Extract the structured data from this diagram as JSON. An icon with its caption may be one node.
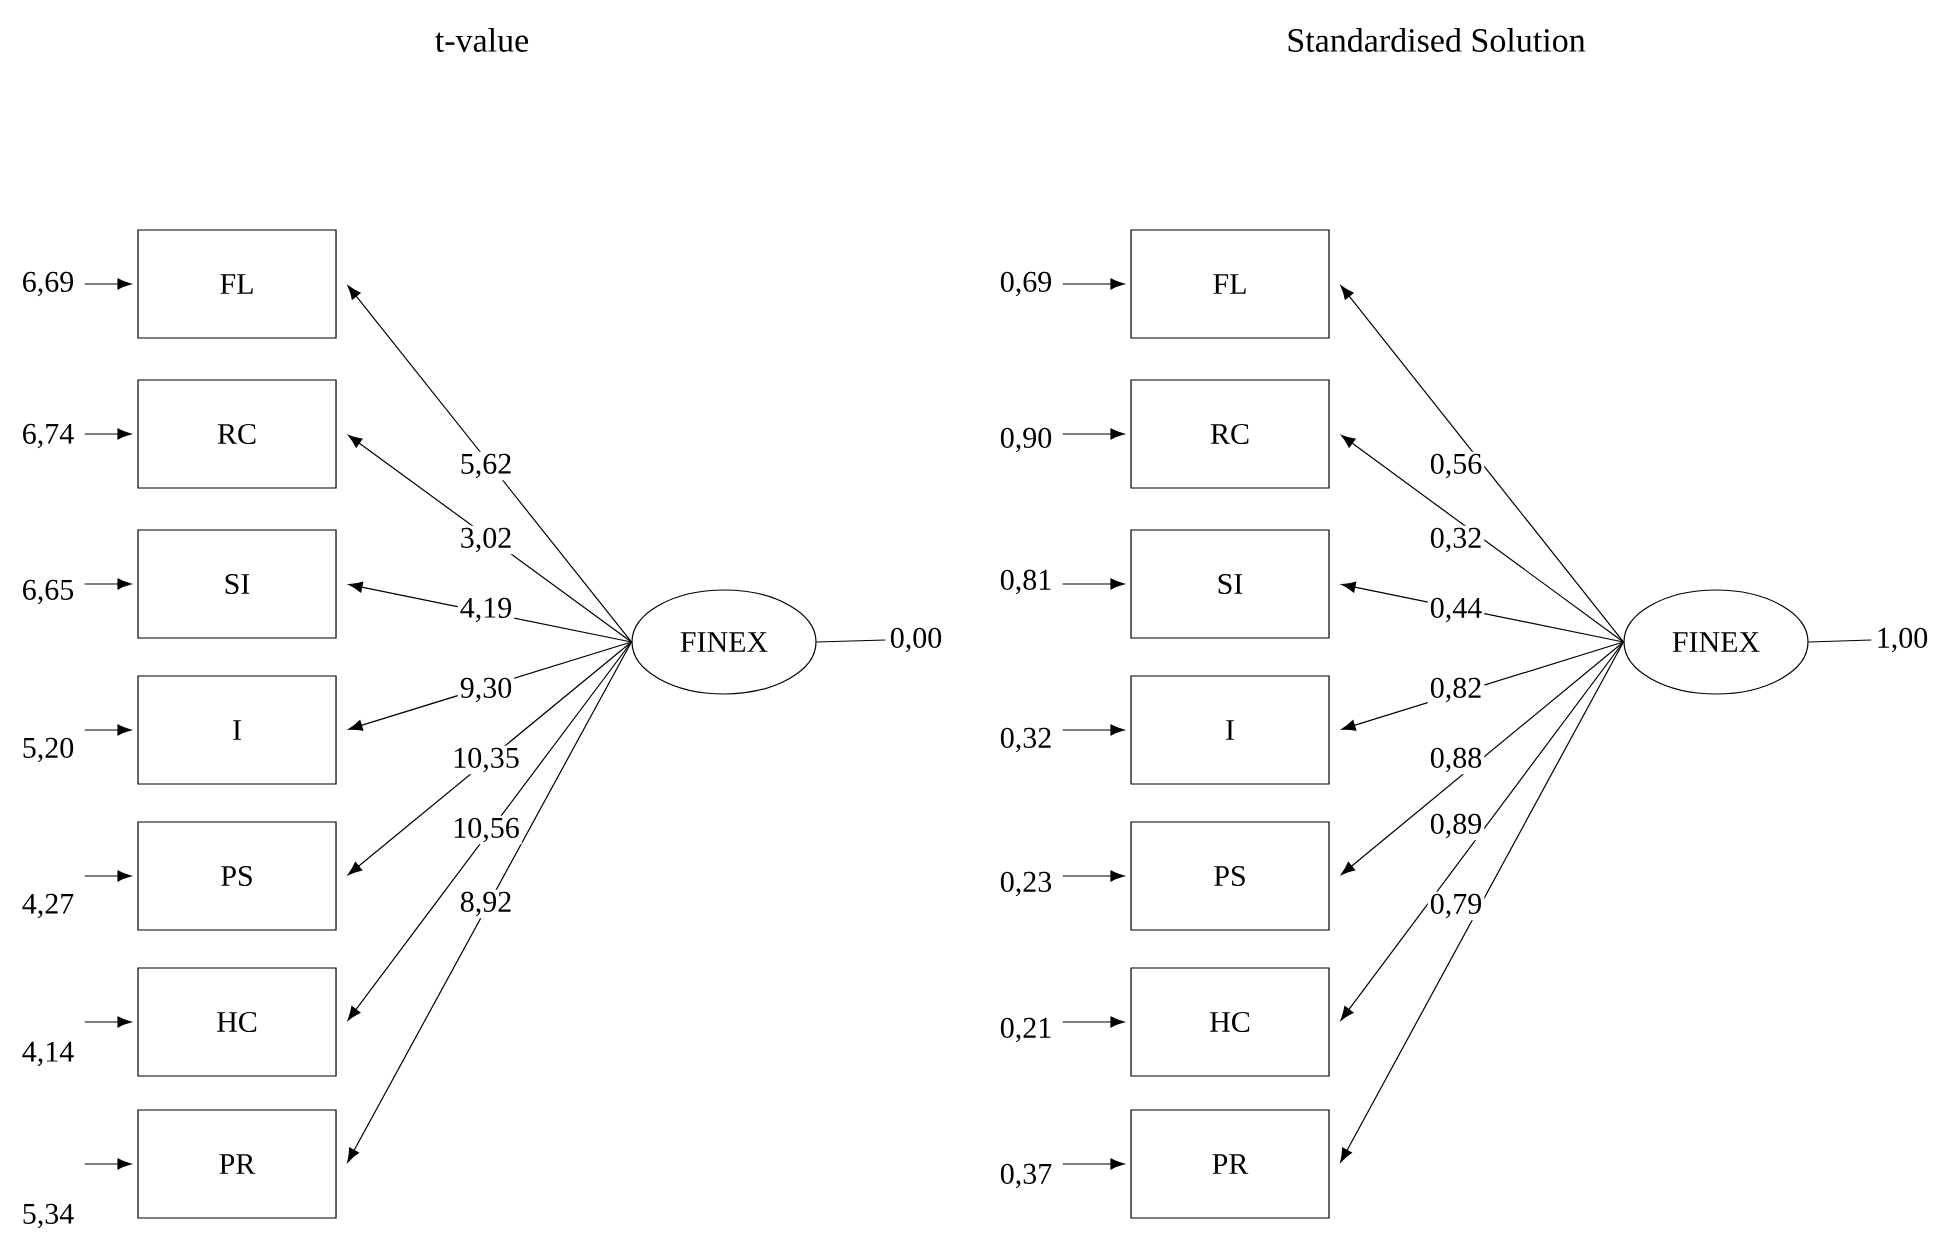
{
  "diagram": {
    "nodes": [
      {
        "text": [
          "FL"
        ]
      },
      {
        "text": [
          "RC"
        ]
      },
      {
        "text": [
          "SI"
        ]
      },
      {
        "text": [
          "I"
        ]
      },
      {
        "text": [
          "PS"
        ]
      },
      {
        "text": [
          "HC"
        ]
      },
      {
        "text": [
          "PR"
        ]
      },
      {
        "text": [
          "6,69"
        ]
      },
      {
        "text": [
          "6,74"
        ]
      },
      {
        "text": [
          "6,65"
        ]
      },
      {
        "text": [
          "5,20"
        ]
      },
      {
        "text": [
          "4,27"
        ]
      },
      {
        "text": [
          "4,14"
        ]
      },
      {
        "text": [
          "5,34"
        ]
      },
      {
        "text": [
          "FINEX"
        ]
      },
      {
        "text": [
          "0,00"
        ]
      },
      {
        "text": [
          "FL"
        ]
      },
      {
        "text": [
          "RC"
        ]
      },
      {
        "text": [
          "SI"
        ]
      },
      {
        "text": [
          "I"
        ]
      },
      {
        "text": [
          "PS"
        ]
      },
      {
        "text": [
          "HC"
        ]
      },
      {
        "text": [
          "PR"
        ]
      },
      {
        "text": [
          "0,69"
        ]
      },
      {
        "text": [
          "0,90"
        ]
      },
      {
        "text": [
          "0,81"
        ]
      },
      {
        "text": [
          "0,32"
        ]
      },
      {
        "text": [
          "0,23"
        ]
      },
      {
        "text": [
          "0,21"
        ]
      },
      {
        "text": [
          "0,37"
        ]
      },
      {
        "text": [
          "FINEX"
        ]
      },
      {
        "text": [
          "1,00"
        ]
      }
    ],
    "edges": [
      {
        "from": 7,
        "to": 0,
        "arrow": "to"
      },
      {
        "from": 8,
        "to": 1,
        "arrow": "to"
      },
      {
        "from": 9,
        "to": 2,
        "arrow": "to"
      },
      {
        "from": 10,
        "to": 3,
        "arrow": "to"
      },
      {
        "from": 11,
        "to": 4,
        "arrow": "to"
      },
      {
        "from": 12,
        "to": 5,
        "arrow": "to"
      },
      {
        "from": 13,
        "to": 6,
        "arrow": "to"
      },
      {
        "from": 14,
        "to": 0,
        "arrow": "to",
        "label": "5,62"
      },
      {
        "from": 14,
        "to": 1,
        "arrow": "to",
        "label": "3,02"
      },
      {
        "from": 14,
        "to": 2,
        "arrow": "to",
        "label": "4,19"
      },
      {
        "from": 14,
        "to": 3,
        "arrow": "to",
        "label": "9,30"
      },
      {
        "from": 14,
        "to": 4,
        "arrow": "to",
        "label": "10,35"
      },
      {
        "from": 14,
        "to": 5,
        "arrow": "to",
        "label": "10,56"
      },
      {
        "from": 14,
        "to": 6,
        "arrow": "to",
        "label": "8,92"
      },
      {
        "from": 14,
        "to": 15,
        "arrow": "none"
      },
      {
        "from": 23,
        "to": 16,
        "arrow": "to"
      },
      {
        "from": 24,
        "to": 17,
        "arrow": "to"
      },
      {
        "from": 25,
        "to": 18,
        "arrow": "to"
      },
      {
        "from": 26,
        "to": 19,
        "arrow": "to"
      },
      {
        "from": 27,
        "to": 20,
        "arrow": "to"
      },
      {
        "from": 28,
        "to": 21,
        "arrow": "to"
      },
      {
        "from": 29,
        "to": 22,
        "arrow": "to"
      },
      {
        "from": 30,
        "to": 16,
        "arrow": "to",
        "label": "0,56"
      },
      {
        "from": 30,
        "to": 17,
        "arrow": "to",
        "label": "0,32"
      },
      {
        "from": 30,
        "to": 18,
        "arrow": "to",
        "label": "0,44"
      },
      {
        "from": 30,
        "to": 19,
        "arrow": "to",
        "label": "0,82"
      },
      {
        "from": 30,
        "to": 20,
        "arrow": "to",
        "label": "0,88"
      },
      {
        "from": 30,
        "to": 21,
        "arrow": "to",
        "label": "0,89"
      },
      {
        "from": 30,
        "to": 22,
        "arrow": "to",
        "label": "0,79"
      },
      {
        "from": 30,
        "to": 31,
        "arrow": "none"
      }
    ],
    "labels": [
      "t-value",
      "Standardised Solution"
    ]
  }
}
